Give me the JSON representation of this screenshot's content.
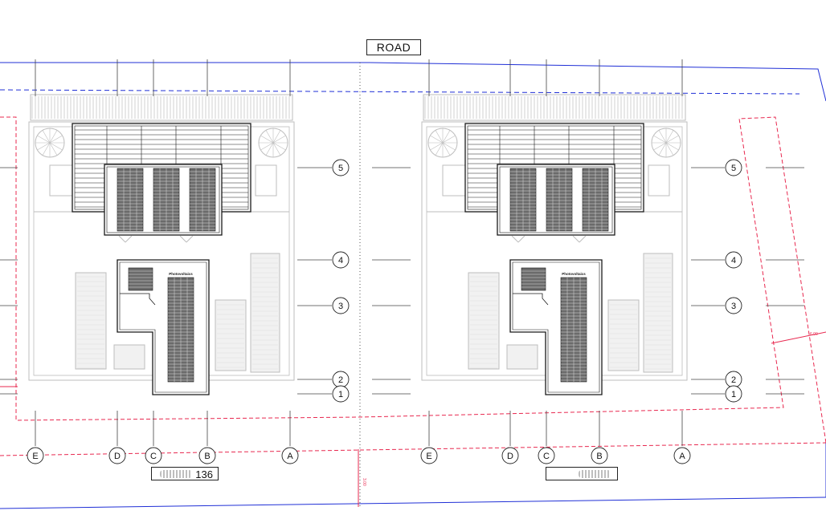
{
  "road_label": "ROAD",
  "axis_letters": [
    "E",
    "D",
    "C",
    "B",
    "A"
  ],
  "axis_numbers": [
    "5",
    "4",
    "3",
    "2",
    "1"
  ],
  "equipment_label": "Photovoltaics",
  "setback_dimension": "6.00",
  "road_dimension": "3.00",
  "plot_left_number": "136",
  "plot_right_number": "",
  "colors": {
    "line": "#1a1a1a",
    "faint": "#bdbdbd",
    "setback": "#e8284f",
    "road_edge": "#1f2fd6",
    "panel": "#6b6b6b"
  }
}
